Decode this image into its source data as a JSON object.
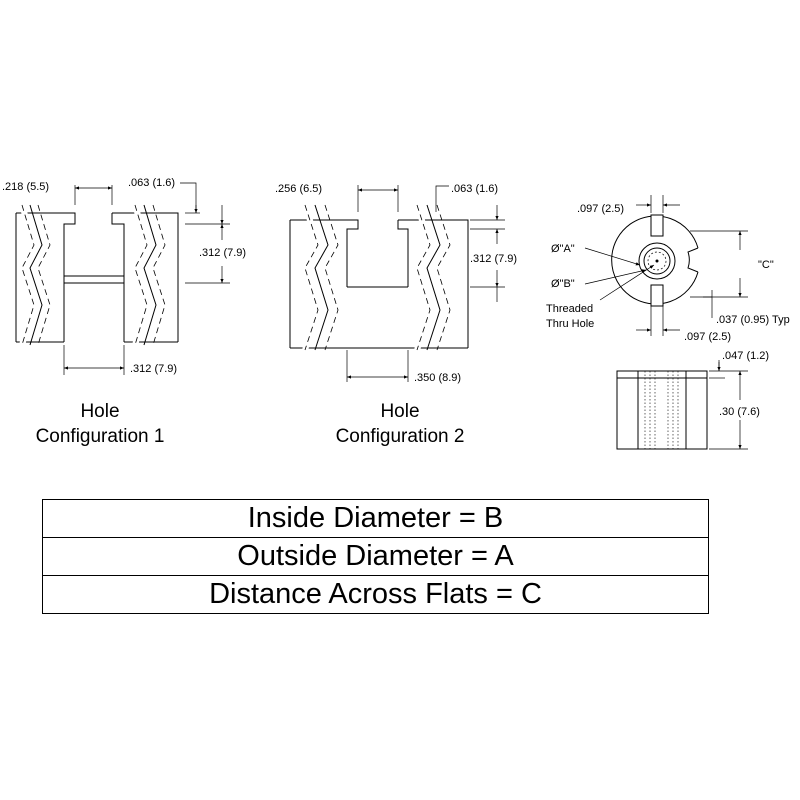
{
  "config1": {
    "dim_top_left": ".218 (5.5)",
    "dim_top_right": ".063 (1.6)",
    "dim_right": ".312 (7.9)",
    "dim_bottom": ".312 (7.9)",
    "caption_line1": "Hole",
    "caption_line2": "Configuration 1"
  },
  "config2": {
    "dim_top_left": ".256 (6.5)",
    "dim_top_right": ".063 (1.6)",
    "dim_right": ".312 (7.9)",
    "dim_bottom": ".350 (8.9)",
    "caption_line1": "Hole",
    "caption_line2": "Configuration 2"
  },
  "top_view": {
    "dim_top": ".097 (2.5)",
    "label_a": "Ø\"A\"",
    "label_b": "Ø\"B\"",
    "label_c": "\"C\"",
    "note_line1": "Threaded",
    "note_line2": "Thru Hole",
    "dim_typ": ".037 (0.95) Typ",
    "dim_bottom": ".097 (2.5)"
  },
  "side_view": {
    "dim_top": ".047 (1.2)",
    "dim_height": ".30 (7.6)"
  },
  "legend": [
    "Inside Diameter = B",
    "Outside Diameter = A",
    "Distance Across Flats = C"
  ]
}
